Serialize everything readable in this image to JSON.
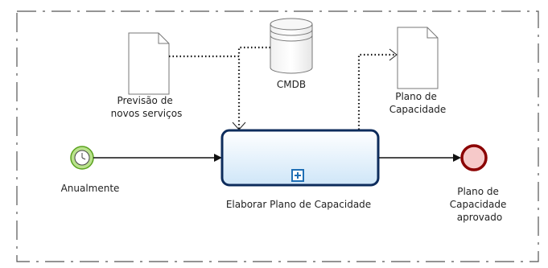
{
  "diagram": {
    "start_event": {
      "label": "Anualmente",
      "icon": "timer-icon"
    },
    "data_objects": [
      {
        "label_lines": [
          "Previsão de",
          "novos serviços"
        ]
      },
      {
        "label_lines": [
          "Plano de",
          "Capacidade"
        ]
      }
    ],
    "data_store": {
      "label": "CMDB"
    },
    "task": {
      "label": "Elaborar Plano de Capacidade",
      "marker": "subprocess-plus-icon"
    },
    "end_event": {
      "label_lines": [
        "Plano de",
        "Capacidade",
        "aprovado"
      ]
    },
    "colors": {
      "start_fill": "#b9e28c",
      "start_stroke": "#5aa21e",
      "task_fill_top": "#ffffff",
      "task_fill_bottom": "#cfe6f8",
      "task_stroke": "#0d2c5c",
      "task_marker": "#1f6fb5",
      "end_fill": "#f6c9c9",
      "end_stroke": "#8b0000",
      "pool_border": "#555555"
    }
  }
}
